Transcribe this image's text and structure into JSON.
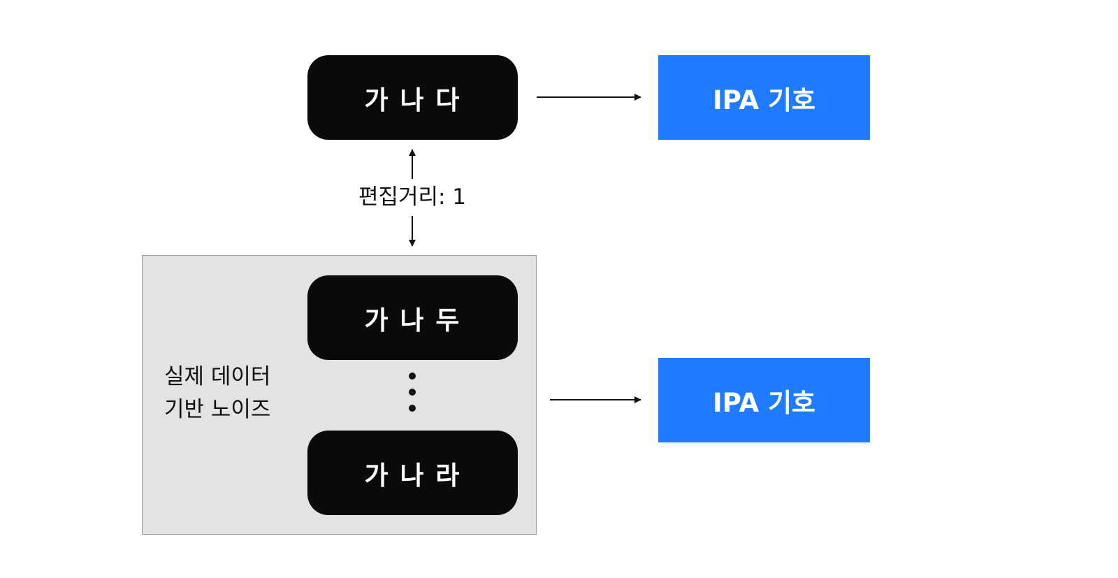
{
  "nodes": {
    "source_word": "가 나 다",
    "noise_word_1": "가 나 두",
    "noise_word_2": "가 나 라",
    "ipa_top": "IPA 기호",
    "ipa_bottom": "IPA 기호"
  },
  "labels": {
    "edit_distance": "편집거리: 1",
    "noise_group": "실제 데이터\n기반 노이즈"
  },
  "colors": {
    "word_box": "#0a0a0a",
    "ipa_box": "#1f7bff",
    "group_background": "#e3e3e3"
  }
}
